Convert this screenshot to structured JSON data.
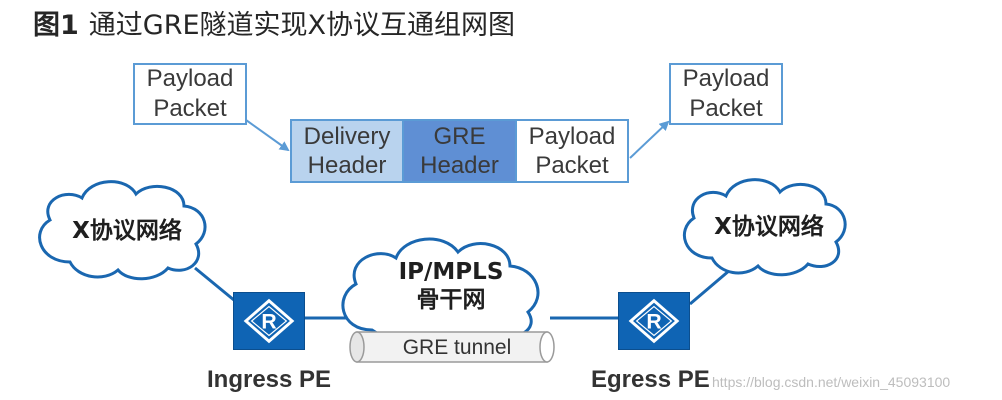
{
  "title": {
    "number": "图1",
    "text": "通过GRE隧道实现X协议互通组网图"
  },
  "left_payload": {
    "line1": "Payload",
    "line2": "Packet"
  },
  "right_payload": {
    "line1": "Payload",
    "line2": "Packet"
  },
  "packet_fields": [
    {
      "line1": "Delivery",
      "line2": "Header"
    },
    {
      "line1": "GRE",
      "line2": "Header"
    },
    {
      "line1": "Payload",
      "line2": "Packet"
    }
  ],
  "clouds": {
    "left": "X协议网络",
    "right": "X协议网络",
    "center_line1": "IP/MPLS",
    "center_line2": "骨干网"
  },
  "routers": {
    "ingress_label": "Ingress PE",
    "egress_label": "Egress PE",
    "router_letter": "R"
  },
  "tunnel": {
    "label": "GRE tunnel"
  },
  "watermark": "https://blog.csdn.net/weixin_45093100",
  "colors": {
    "border_blue": "#5b9bd5",
    "delivery_fill": "#b9d3ee",
    "gre_fill": "#5f8fd4",
    "router_fill": "#0f64b4"
  }
}
